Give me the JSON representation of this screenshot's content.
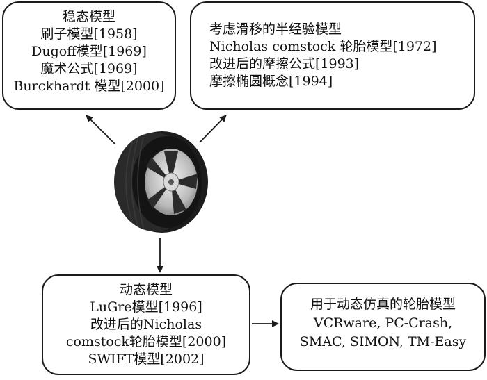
{
  "steady": {
    "title": "稳态模型",
    "items": [
      "刷子模型[1958]",
      "Dugoff模型[1969]",
      "魔术公式[1969]",
      "Burckhardt 模型[2000]"
    ]
  },
  "semi_empirical": {
    "title": "考虑滑移的半经验模型",
    "items": [
      "Nicholas comstock 轮胎模型[1972]",
      "改进后的摩擦公式[1993]",
      "摩擦椭圆概念[1994]"
    ]
  },
  "dynamic": {
    "title": "动态模型",
    "items": [
      "LuGre模型[1996]",
      "改进后的Nicholas",
      "comstock轮胎模型[2000]",
      "SWIFT模型[2002]"
    ]
  },
  "simulation": {
    "title": "用于动态仿真的轮胎模型",
    "items": [
      "VCRware, PC-Crash,",
      "SMAC, SIMON, TM-Easy"
    ]
  },
  "colors": {
    "stroke": "#1a1a1a",
    "tire": "#1c1c1c",
    "rim": "#c8c8c8"
  }
}
